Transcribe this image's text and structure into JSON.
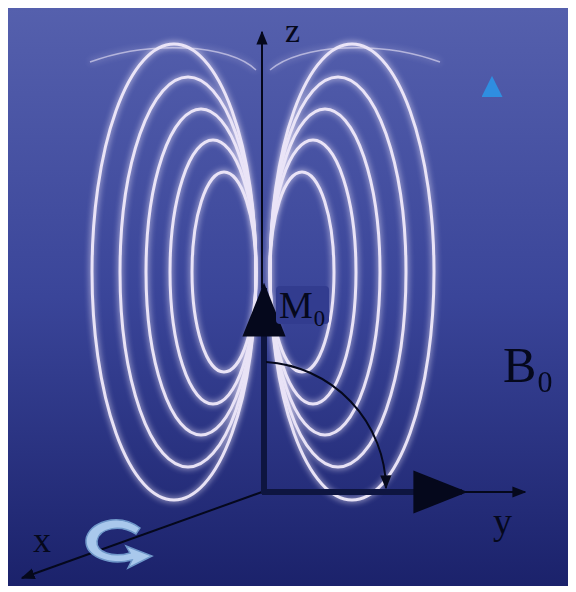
{
  "diagram": {
    "labels": [
      "z",
      "M₀",
      "B₀",
      "y",
      "x"
    ]
  }
}
